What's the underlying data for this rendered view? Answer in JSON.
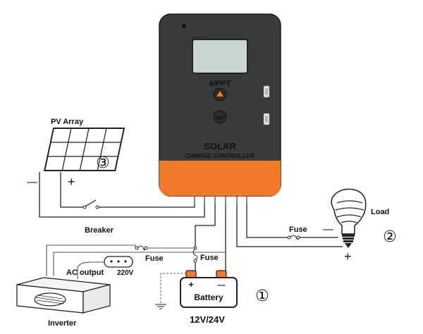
{
  "controller": {
    "brand_small": "Smart Solution",
    "mode_label": "MPPT",
    "set_label": "SET",
    "title_line1": "SOLAR",
    "title_line2": "CHARGE CONTROLLER"
  },
  "labels": {
    "pv_array": "PV Array",
    "pv_minus": "—",
    "pv_plus": "+",
    "breaker": "Breaker",
    "load": "Load",
    "fuse_load": "Fuse",
    "fuse_inverter": "Fuse",
    "fuse_battery": "Fuse",
    "ac_output": "AC output",
    "voltage_ac": "220V",
    "battery": "Battery",
    "battery_plus": "+",
    "battery_minus": "—",
    "battery_voltage": "12V/24V",
    "inverter": "Inverter",
    "load_minus": "—",
    "load_plus": "+",
    "marker_1": "①",
    "marker_2": "②",
    "marker_3": "③"
  },
  "colors": {
    "controller_body": "#3a3a3c",
    "controller_accent": "#f07a2a",
    "controller_text": "#f08a3a",
    "screen": "#c9d6cf"
  },
  "icons": [
    "solar-panel-icon",
    "light-bulb-icon",
    "battery-icon",
    "inverter-icon",
    "breaker-switch-icon",
    "fuse-icon",
    "ground-icon",
    "usb-port-icon"
  ]
}
